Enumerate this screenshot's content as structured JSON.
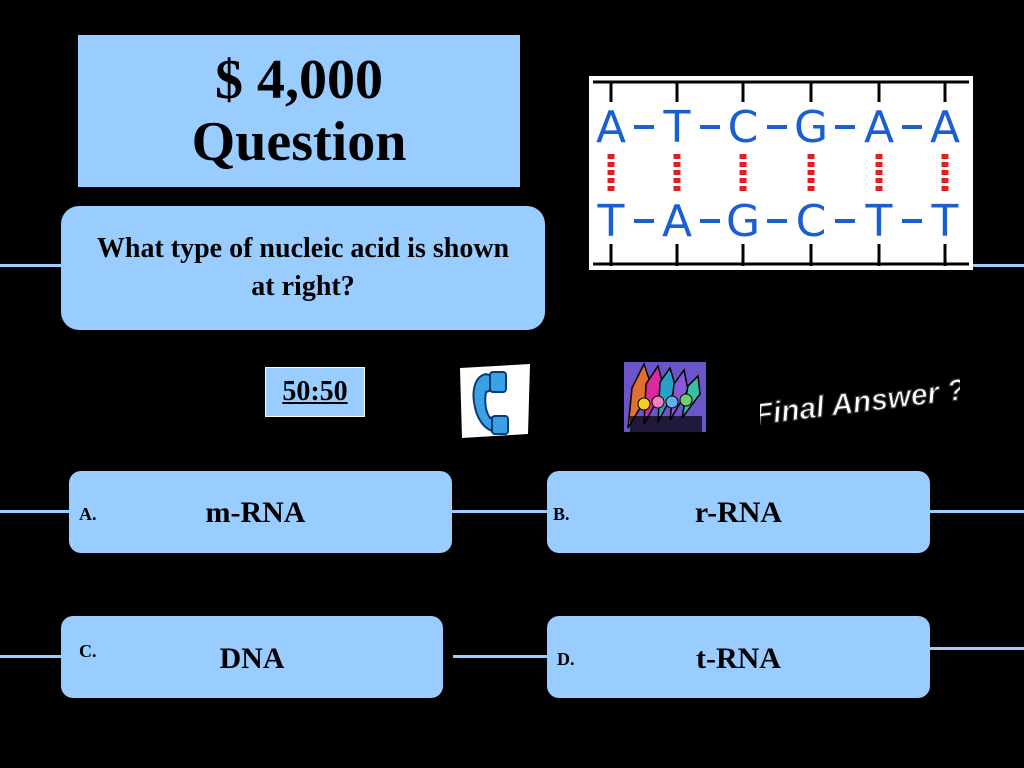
{
  "title": {
    "amount": "$ 4,000",
    "label": "Question"
  },
  "question": {
    "text": "What type of nucleic acid is shown at right?"
  },
  "dna_image": {
    "top_strand": [
      "A",
      "T",
      "C",
      "G",
      "A",
      "A"
    ],
    "bottom_strand": [
      "T",
      "A",
      "G",
      "C",
      "T",
      "T"
    ],
    "color": "#1a5fd1",
    "bond_color": "#e02020"
  },
  "lifelines": {
    "fifty_fifty": "50:50",
    "phone_icon": "phone-a-friend-icon",
    "audience_icon": "ask-the-audience-icon",
    "final_answer": "Final Answer ?"
  },
  "answers": [
    {
      "letter": "A.",
      "text": "m-RNA"
    },
    {
      "letter": "B.",
      "text": "r-RNA"
    },
    {
      "letter": "C.",
      "text": "DNA"
    },
    {
      "letter": "D.",
      "text": "t-RNA"
    }
  ],
  "colors": {
    "background": "#000000",
    "panel": "#99CCFF",
    "text": "#000000"
  }
}
